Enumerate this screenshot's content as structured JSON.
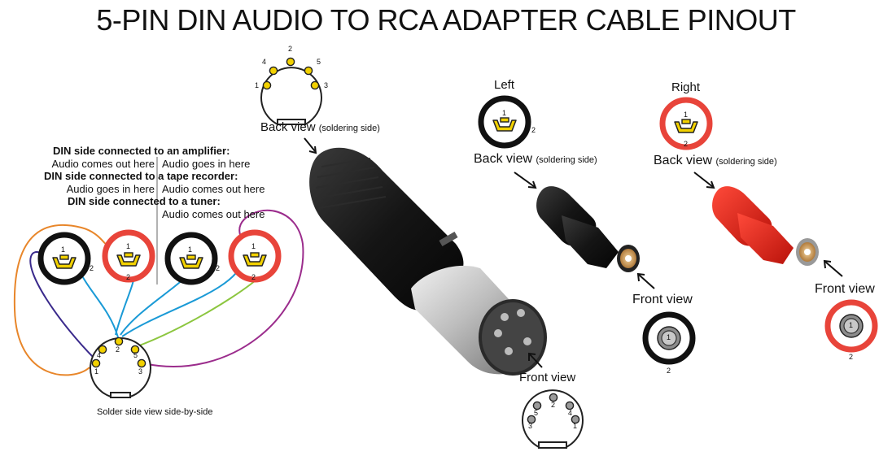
{
  "title": "5-PIN DIN AUDIO TO RCA ADAPTER CABLE PINOUT",
  "din_back": {
    "view_label": "Back view",
    "view_note": "(soldering side)",
    "pins": [
      "1",
      "2",
      "3",
      "4",
      "5"
    ]
  },
  "din_front": {
    "view_label": "Front view",
    "pins": [
      "1",
      "2",
      "3",
      "4",
      "5"
    ]
  },
  "legend": {
    "amp_heading": "DIN side connected to an amplifier:",
    "amp_left": "Audio comes out here",
    "amp_right": "Audio goes in here",
    "tape_heading": "DIN side connected to a tape recorder:",
    "tape_left": "Audio goes in here",
    "tape_right": "Audio comes out here",
    "tuner_heading": "DIN side connected to a tuner:",
    "tuner_right": "Audio comes out here"
  },
  "solder_caption": "Solder side view side-by-side",
  "rca_left": {
    "label": "Left",
    "back_label": "Back view",
    "back_note": "(soldering side)",
    "front_label": "Front view",
    "pin1": "1",
    "pin2": "2"
  },
  "rca_right": {
    "label": "Right",
    "back_label": "Back view",
    "back_note": "(soldering side)",
    "front_label": "Front view",
    "pin1": "1",
    "pin2": "2"
  },
  "colors": {
    "rca_left": "#111111",
    "rca_right": "#e8443a",
    "pin_yellow": "#f2d100",
    "wire_blue": "#1a9ad6",
    "wire_orange": "#e8862a",
    "wire_purple": "#9b2c8c",
    "wire_navy": "#3a2a8c",
    "wire_green": "#8cc63f"
  }
}
